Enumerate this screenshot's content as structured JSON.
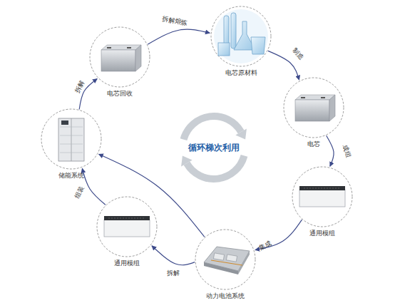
{
  "diagram": {
    "nodes": [
      {
        "text": [
          "电芯回收"
        ]
      },
      {
        "text": [
          "电芯原材料"
        ]
      },
      {
        "text": [
          "电芯"
        ]
      },
      {
        "text": [
          "通用模组"
        ]
      },
      {
        "text": [
          "动力电池系统"
        ]
      },
      {
        "text": [
          "通用模组"
        ]
      },
      {
        "text": [
          "储能系统"
        ]
      }
    ],
    "edges": [
      {
        "from": 0,
        "to": 1,
        "label": "拆解熔炼",
        "arrow": "to"
      },
      {
        "from": 1,
        "to": 2,
        "label": "制造",
        "arrow": "to"
      },
      {
        "from": 2,
        "to": 3,
        "label": "成组",
        "arrow": "to"
      },
      {
        "from": 3,
        "to": 4,
        "label": "集成",
        "arrow": "to"
      },
      {
        "from": 4,
        "to": 5,
        "label": "拆解",
        "arrow": "to"
      },
      {
        "from": 5,
        "to": 6,
        "label": "组装",
        "arrow": "to"
      },
      {
        "from": 6,
        "to": 0,
        "label": "拆解",
        "arrow": "to"
      },
      {
        "from": 4,
        "to": 6,
        "arrow": "to"
      }
    ],
    "labels": [
      "循环梯次利用"
    ]
  }
}
